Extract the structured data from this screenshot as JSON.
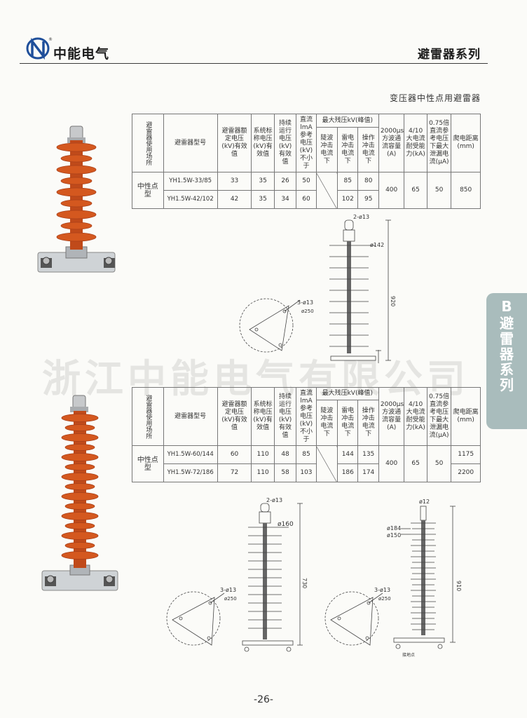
{
  "header": {
    "brand_name": "中能电气",
    "registered": "®",
    "series_title": "避雷器系列"
  },
  "section_title": "变压器中性点用避雷器",
  "watermark": "浙江中能电气有限公司",
  "side_tab": {
    "letter": "B",
    "text": "避雷器系列"
  },
  "table_headers": {
    "location": "避雷器使用场所",
    "model": "避雷器型号",
    "rated_voltage": "避雷器额定电压(kV)有效值",
    "system_voltage": "系统标称电压(kV)有效值",
    "continuous_voltage": "持续运行电压(kV)有效值",
    "dc_reference": "直流lmA参考电压(kV)不小于",
    "max_residual": "最大残压kV(峰值)",
    "steep_wave": "陡波冲击电流下",
    "lightning": "雷电冲击电流下",
    "switching": "操作冲击电流下",
    "square_wave": "2000μs方波通流容量(A)",
    "high_current": "4/10大电流耐受能力(kA)",
    "leakage": "0.75倍直流参考电压下最大泄漏电流(μA)",
    "creepage": "爬电距离(mm)"
  },
  "table1": {
    "location_value": "中性点型",
    "rows": [
      {
        "model": "YH1.5W-33/85",
        "rated": "33",
        "system": "35",
        "continuous": "26",
        "dc_ref": "50",
        "lightning": "85",
        "switching": "80"
      },
      {
        "model": "YH1.5W-42/102",
        "rated": "42",
        "system": "35",
        "continuous": "34",
        "dc_ref": "60",
        "lightning": "102",
        "switching": "95"
      }
    ],
    "square_wave": "400",
    "high_current": "65",
    "leakage": "50",
    "creepage": "850"
  },
  "table2": {
    "location_value": "中性点型",
    "rows": [
      {
        "model": "YH1.5W-60/144",
        "rated": "60",
        "system": "110",
        "continuous": "48",
        "dc_ref": "85",
        "lightning": "144",
        "switching": "135",
        "creepage": "1175"
      },
      {
        "model": "YH1.5W-72/186",
        "rated": "72",
        "system": "110",
        "continuous": "58",
        "dc_ref": "103",
        "lightning": "186",
        "switching": "174",
        "creepage": "2200"
      }
    ],
    "square_wave": "400",
    "high_current": "65",
    "leakage": "50"
  },
  "drawing1": {
    "top_hole": "2-ø13",
    "shed_dia": "ø142",
    "height": "920",
    "base_holes": "3-ø13",
    "base_circle": "ø250"
  },
  "drawing2": {
    "top_hole": "2-ø13",
    "shed_dia": "ø160",
    "height": "730",
    "base_holes": "3-ø13",
    "base_circle": "ø250"
  },
  "drawing3": {
    "top_dia": "ø12",
    "shed_dia_1": "ø184",
    "shed_dia_2": "ø150",
    "height": "910",
    "base_holes": "3-ø13",
    "base_circle": "ø250",
    "base_label": "接地点"
  },
  "page_number": "-26-",
  "colors": {
    "insulator": "#d4581f",
    "insulator_dark": "#a8401a",
    "side_tab": "#a9bcbc",
    "logo_blue": "#1f4f9a"
  }
}
